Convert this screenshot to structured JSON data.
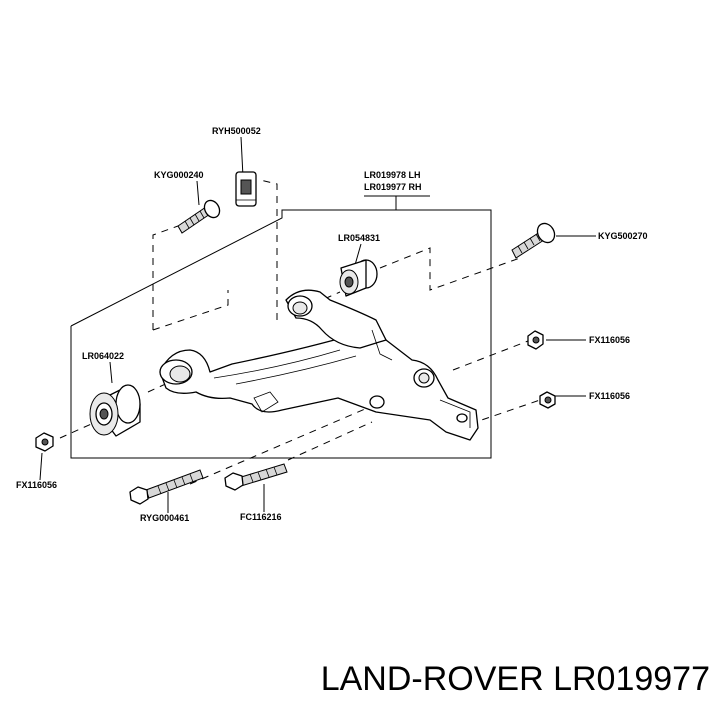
{
  "labels": {
    "ryh500052": "RYH500052",
    "kyg000240": "KYG000240",
    "lr019978": "LR019978 LH",
    "lr019977": "LR019977 RH",
    "lr054831": "LR054831",
    "kyg500270": "KYG500270",
    "fx116056_right_upper": "FX116056",
    "fx116056_right_lower": "FX116056",
    "lr064022": "LR064022",
    "fx116056_left": "FX116056",
    "ryg000461": "RYG000461",
    "fc116216": "FC116216"
  },
  "caption": "LAND-ROVER LR019977"
}
